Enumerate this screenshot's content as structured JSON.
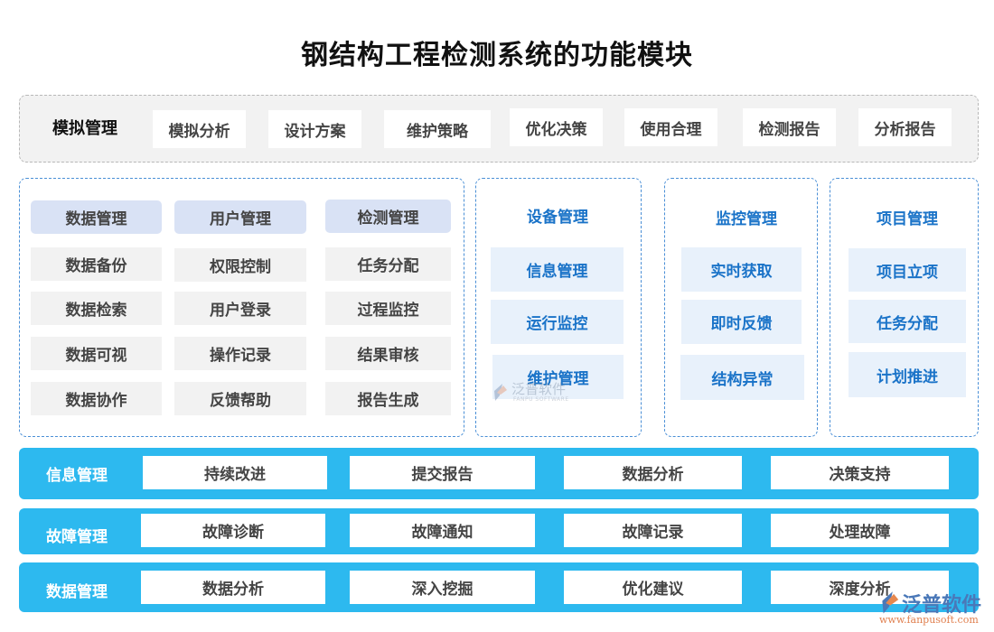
{
  "title": "钢结构工程检测系统的功能模块",
  "top_band": {
    "label": "模拟管理",
    "items": [
      "模拟分析",
      "设计方案",
      "维护策略",
      "优化决策",
      "使用合理",
      "检测报告",
      "分析报告"
    ]
  },
  "left_panel": {
    "columns": [
      {
        "header": "数据管理",
        "items": [
          "数据备份",
          "数据检索",
          "数据可视",
          "数据协作"
        ]
      },
      {
        "header": "用户管理",
        "items": [
          "权限控制",
          "用户登录",
          "操作记录",
          "反馈帮助"
        ]
      },
      {
        "header": "检测管理",
        "items": [
          "任务分配",
          "过程监控",
          "结果审核",
          "报告生成"
        ]
      }
    ]
  },
  "side_panels": [
    {
      "title": "设备管理",
      "items": [
        "信息管理",
        "运行监控",
        "维护管理"
      ]
    },
    {
      "title": "监控管理",
      "items": [
        "实时获取",
        "即时反馈",
        "结构异常"
      ]
    },
    {
      "title": "项目管理",
      "items": [
        "项目立项",
        "任务分配",
        "计划推进"
      ]
    }
  ],
  "bottom_rows": [
    {
      "label": "信息管理",
      "items": [
        "持续改进",
        "提交报告",
        "数据分析",
        "决策支持"
      ]
    },
    {
      "label": "故障管理",
      "items": [
        "故障诊断",
        "故障通知",
        "故障记录",
        "处理故障"
      ]
    },
    {
      "label": "数据管理",
      "items": [
        "数据分析",
        "深入挖掘",
        "优化建议",
        "深度分析"
      ]
    }
  ],
  "watermark": {
    "brand": "泛普软件",
    "sub": "FANPU SOFTWARE",
    "url": "www.fanpusoft.com"
  },
  "colors": {
    "row_blue": "#2db9ef",
    "panel_border": "#4a8fd6",
    "title_blue": "#1a73c8",
    "cell_blue_bg": "#e8f1fb",
    "header_bg": "#d9e2f5",
    "gray_bg": "#f2f2f2"
  }
}
